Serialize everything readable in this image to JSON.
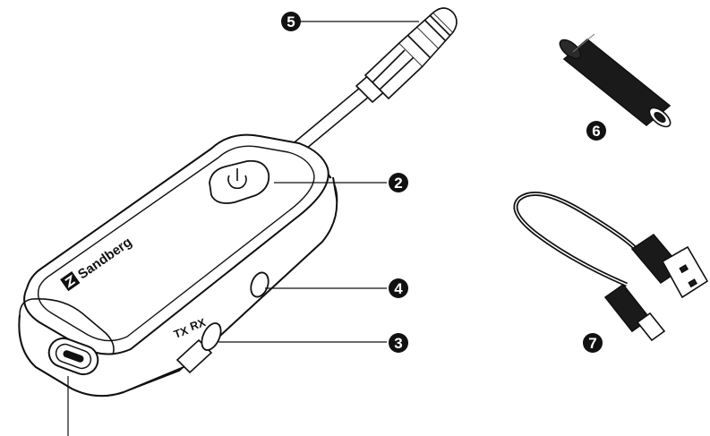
{
  "device": {
    "brand": "Sandberg",
    "switch_label_tx": "TX",
    "switch_label_rx": "RX"
  },
  "callouts": {
    "power_button": "2",
    "mode_switch": "3",
    "aux_port": "4",
    "audio_jack": "5",
    "adapter": "6",
    "usb_cable": "7"
  },
  "colors": {
    "line": "#111111",
    "badge": "#111111",
    "badge_text": "#ffffff",
    "accessory_fill": "#1a1a1a"
  }
}
